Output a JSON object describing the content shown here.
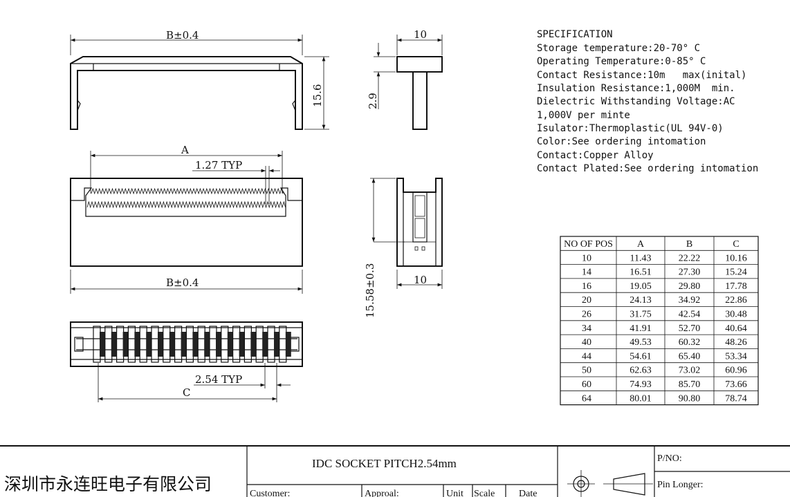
{
  "drawing": {
    "top_view": {
      "width_dim": "B±0.4",
      "height_dim": "15.6"
    },
    "side_view_top": {
      "width_dim": "10",
      "height_dim": "2.9"
    },
    "front_view": {
      "a_dim": "A",
      "pitch_dim": "1.27 TYP",
      "width_dim": "B±0.4"
    },
    "side_view_front": {
      "height_dim": "15.58±0.3",
      "width_dim": "10"
    },
    "bottom_view": {
      "pitch_dim": "2.54 TYP",
      "c_dim": "C"
    }
  },
  "specification": {
    "title": "SPECIFICATION",
    "lines": [
      "Storage temperature:20-70° C",
      "Operating Temperature:0-85° C",
      "Contact Resistance:10m   max(inital)",
      "Insulation Resistance:1,000M  min.",
      "Dielectric Withstanding Voltage:AC",
      "1,000V per minte",
      "Isulator:Thermoplastic(UL 94V-0)",
      "Color:See ordering intomation",
      "Contact:Copper Alloy",
      "Contact Plated:See ordering intomation"
    ]
  },
  "dimension_table": {
    "headers": [
      "NO OF POS",
      "A",
      "B",
      "C"
    ],
    "rows": [
      [
        "10",
        "11.43",
        "22.22",
        "10.16"
      ],
      [
        "14",
        "16.51",
        "27.30",
        "15.24"
      ],
      [
        "16",
        "19.05",
        "29.80",
        "17.78"
      ],
      [
        "20",
        "24.13",
        "34.92",
        "22.86"
      ],
      [
        "26",
        "31.75",
        "42.54",
        "30.48"
      ],
      [
        "34",
        "41.91",
        "52.70",
        "40.64"
      ],
      [
        "40",
        "49.53",
        "60.32",
        "48.26"
      ],
      [
        "44",
        "54.61",
        "65.40",
        "53.34"
      ],
      [
        "50",
        "62.63",
        "73.02",
        "60.96"
      ],
      [
        "60",
        "74.93",
        "85.70",
        "73.66"
      ],
      [
        "64",
        "80.01",
        "90.80",
        "78.74"
      ]
    ]
  },
  "title_block": {
    "company": "深圳市永连旺电子有限公司",
    "title": "IDC SOCKET PITCH2.54mm",
    "customer_label": "Customer:",
    "approval_label": "Approal:",
    "unit_label": "Unit",
    "scale_label": "Scale",
    "date_label": "Date",
    "pno_label": "P/NO:",
    "pin_longer_label": "Pin Longer:"
  }
}
